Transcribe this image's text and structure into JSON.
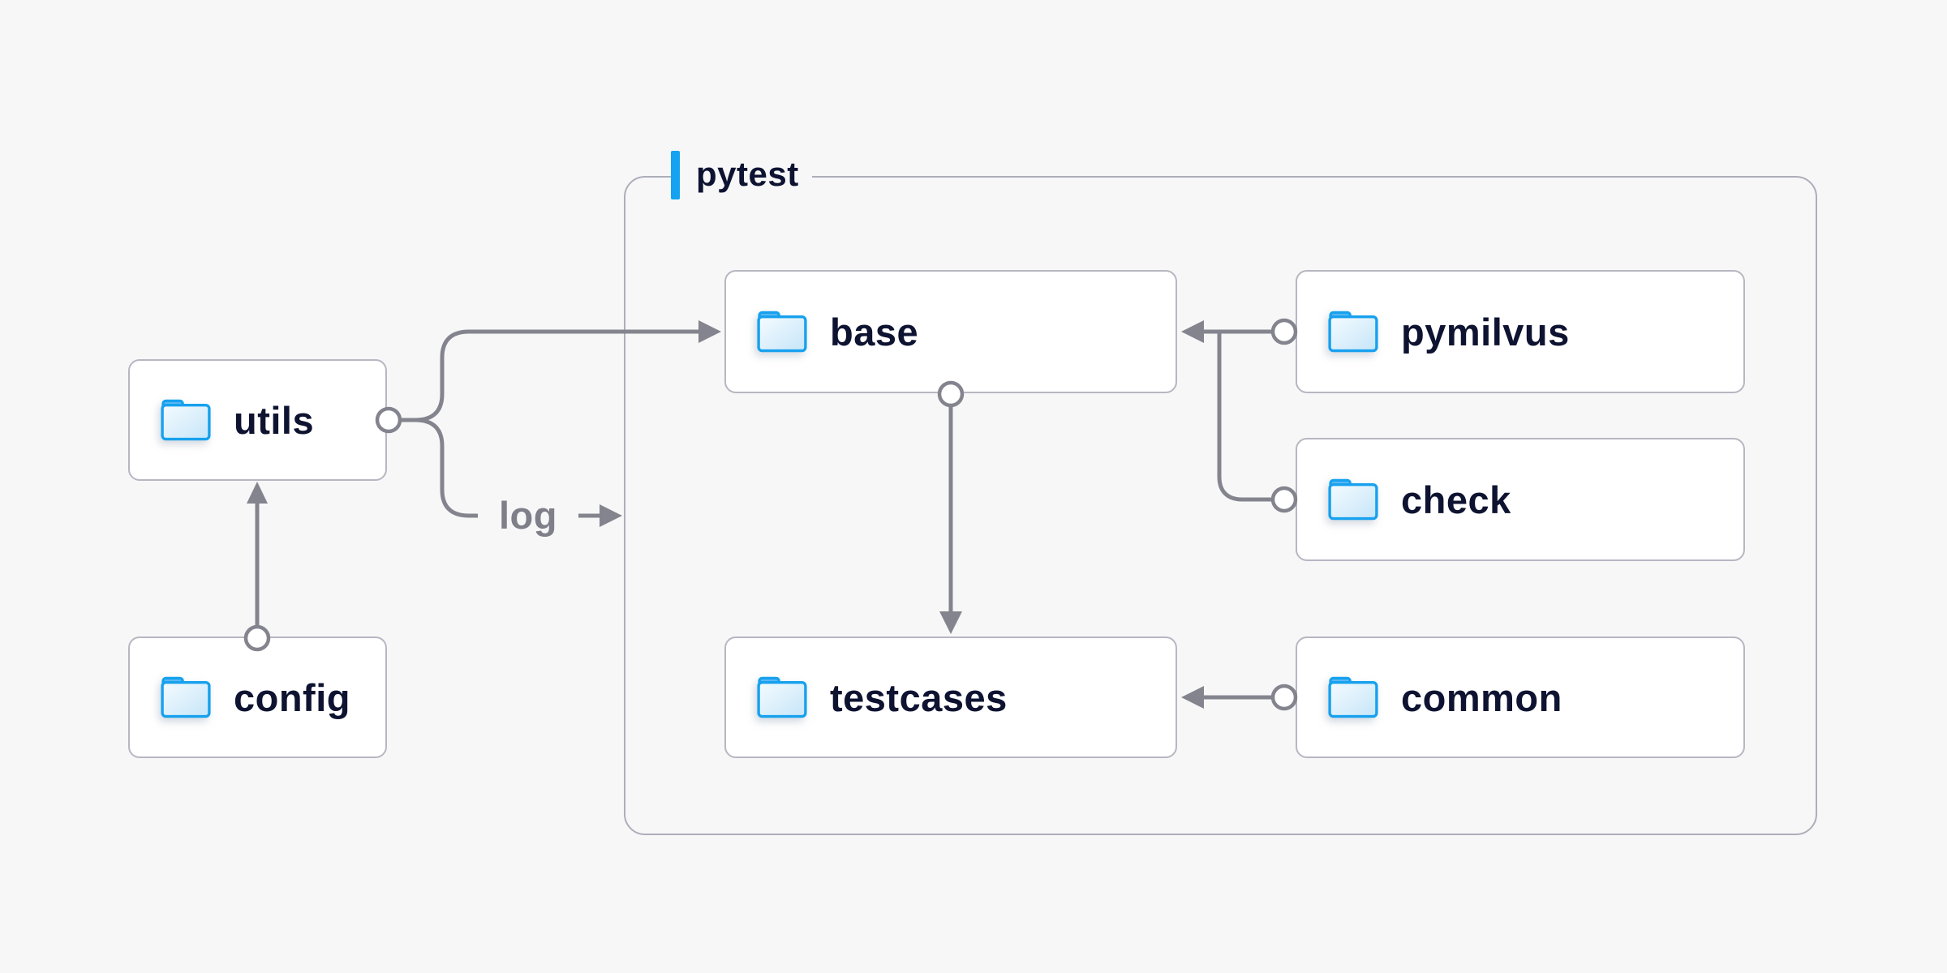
{
  "group": {
    "label": "pytest"
  },
  "nodes": {
    "utils": {
      "label": "utils"
    },
    "config": {
      "label": "config"
    },
    "base": {
      "label": "base"
    },
    "pymilvus": {
      "label": "pymilvus"
    },
    "check": {
      "label": "check"
    },
    "testcases": {
      "label": "testcases"
    },
    "common": {
      "label": "common"
    }
  },
  "edge_labels": {
    "log": "log"
  },
  "edges": [
    {
      "from": "config",
      "to": "utils",
      "style": "arrow"
    },
    {
      "from": "utils",
      "to": "base",
      "style": "arrow"
    },
    {
      "from": "utils",
      "to": "pytest-group",
      "style": "arrow",
      "label": "log"
    },
    {
      "from": "base",
      "to": "testcases",
      "style": "arrow"
    },
    {
      "from": "pymilvus",
      "to": "base",
      "style": "arrow"
    },
    {
      "from": "check",
      "to": "base",
      "style": "arrow-join"
    },
    {
      "from": "common",
      "to": "testcases",
      "style": "arrow"
    }
  ],
  "colors": {
    "accent_blue": "#14a3f0",
    "folder_blue": "#17a1ee",
    "wire_gray": "#84848e",
    "node_border": "#b7b7c2",
    "group_border": "#aeaeba",
    "text_navy": "#0e1331",
    "muted_text": "#7f7f8a",
    "node_bg": "#ffffff",
    "page_bg": "#f7f7f8"
  }
}
